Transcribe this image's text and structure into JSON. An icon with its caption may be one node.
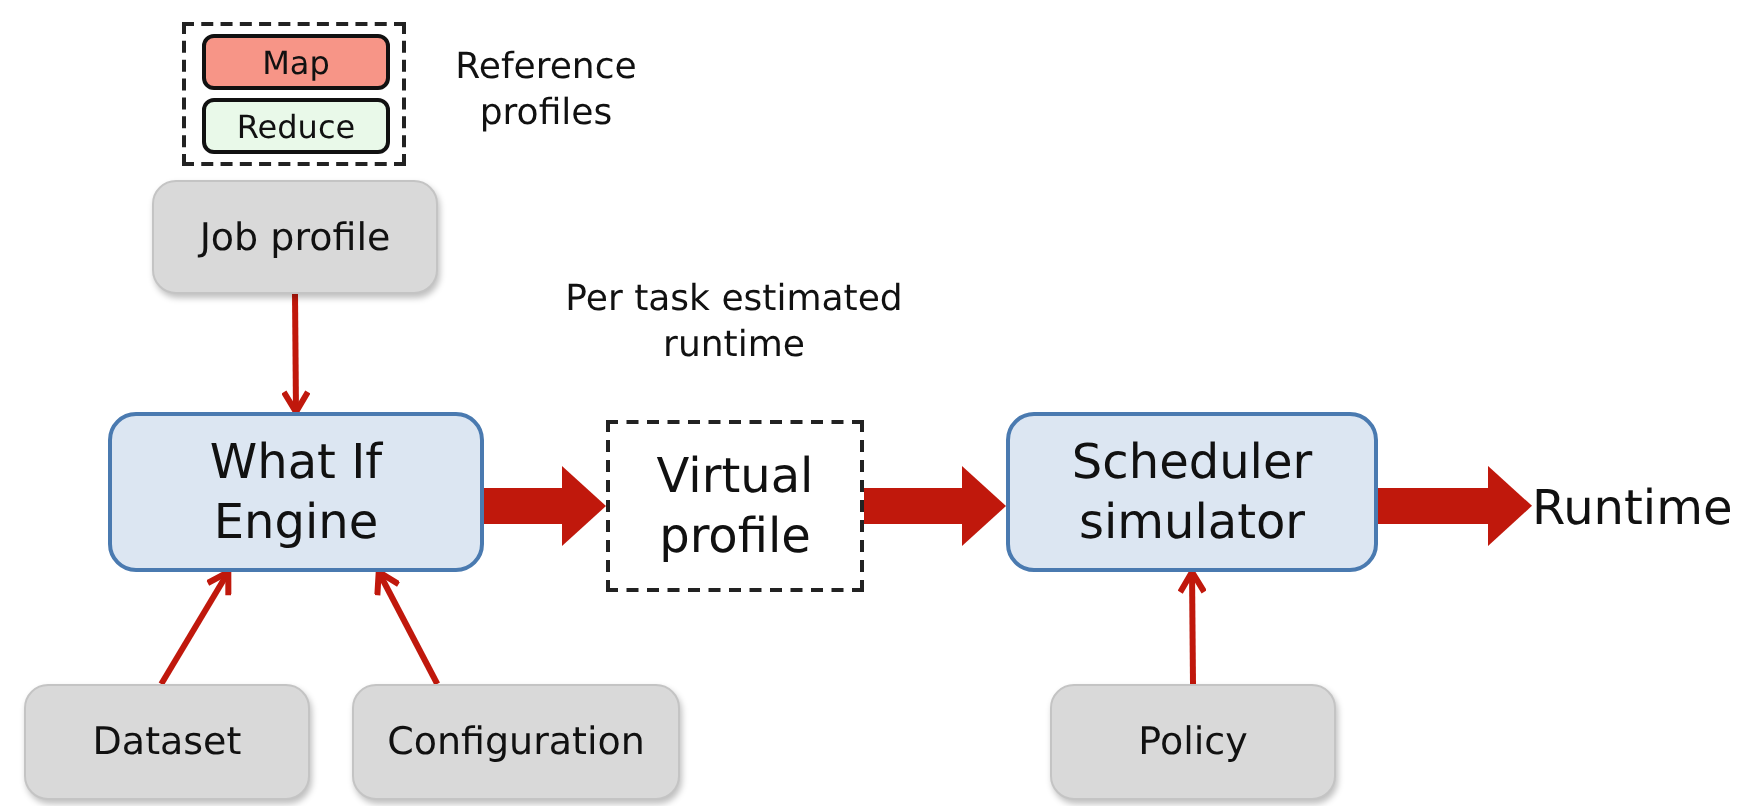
{
  "diagram": {
    "nodes": [
      {
        "text": [],
        "shape": "box",
        "beside": [
          "Reference profiles"
        ]
      },
      {
        "text": [
          "Map"
        ],
        "in": 0
      },
      {
        "text": [
          "Reduce"
        ],
        "in": 0
      },
      {
        "text": [
          "Job profile"
        ]
      },
      {
        "text": [
          "What If Engine"
        ]
      },
      {
        "text": [
          "Virtual profile"
        ],
        "beside": [
          "Per task estimated runtime"
        ]
      },
      {
        "text": [
          "Scheduler simulator"
        ]
      },
      {
        "text": [
          "Runtime"
        ]
      },
      {
        "text": [
          "Dataset"
        ]
      },
      {
        "text": [
          "Configuration"
        ]
      },
      {
        "text": [
          "Policy"
        ]
      }
    ],
    "edges": [
      {
        "from": 3,
        "to": 4,
        "arrow": "to"
      },
      {
        "from": 8,
        "to": 4,
        "arrow": "to"
      },
      {
        "from": 9,
        "to": 4,
        "arrow": "to"
      },
      {
        "from": 4,
        "to": 5,
        "arrow": "to",
        "style": "thick"
      },
      {
        "from": 5,
        "to": 6,
        "arrow": "to",
        "style": "thick"
      },
      {
        "from": 6,
        "to": 7,
        "arrow": "to",
        "style": "thick"
      },
      {
        "from": 10,
        "to": 6,
        "arrow": "to"
      }
    ]
  }
}
